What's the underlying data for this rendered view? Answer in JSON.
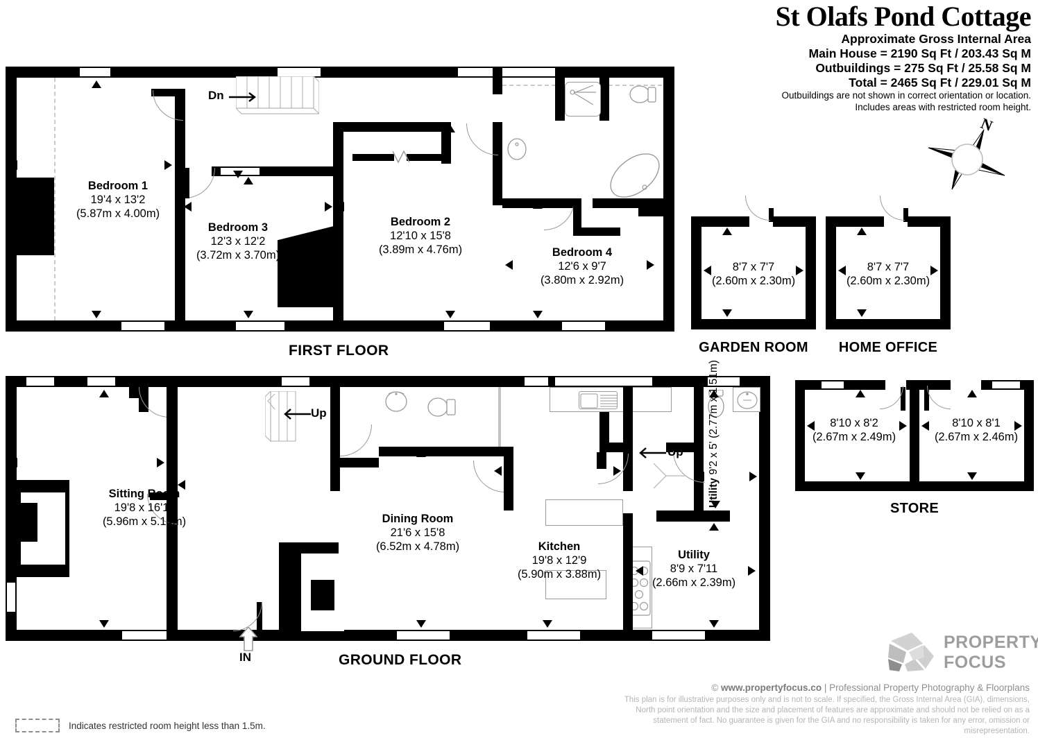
{
  "header": {
    "title": "St Olafs Pond Cottage",
    "sub1": "Approximate Gross Internal Area",
    "sub2": "Main House = 2190 Sq Ft / 203.43 Sq M",
    "sub3": "Outbuildings = 275 Sq Ft / 25.58 Sq M",
    "sub4": "Total = 2465 Sq Ft / 229.01 Sq M",
    "note1": "Outbuildings are not shown in correct orientation or location.",
    "note2": "Includes areas with restricted room height."
  },
  "compass": {
    "north_label": "N"
  },
  "floors": {
    "first": {
      "label": "FIRST FLOOR"
    },
    "ground": {
      "label": "GROUND FLOOR"
    }
  },
  "first_floor_rooms": [
    {
      "name": "Bedroom 1",
      "imperial": "19'4 x 13'2",
      "metric": "(5.87m x 4.00m)"
    },
    {
      "name": "Bedroom 3",
      "imperial": "12'3 x 12'2",
      "metric": "(3.72m x 3.70m)"
    },
    {
      "name": "Bedroom 2",
      "imperial": "12'10 x 15'8",
      "metric": "(3.89m x 4.76m)"
    },
    {
      "name": "Bedroom 4",
      "imperial": "12'6 x 9'7",
      "metric": "(3.80m x 2.92m)"
    }
  ],
  "ground_floor_rooms": [
    {
      "name": "Sitting Room",
      "imperial": "19'8 x 16'11",
      "metric": "(5.96m x 5.14m)"
    },
    {
      "name": "Dining Room",
      "imperial": "21'6 x 15'8",
      "metric": "(6.52m x 4.78m)"
    },
    {
      "name": "Kitchen",
      "imperial": "19'8 x 12'9",
      "metric": "(5.90m x 3.88m)"
    },
    {
      "name": "Utility",
      "imperial": "8'9 x 7'11",
      "metric": "(2.66m x 2.39m)"
    },
    {
      "name": "Utility",
      "imperial": "9'2 x 5'",
      "metric": "(2.77m x 1.51m)"
    }
  ],
  "outbuildings": [
    {
      "title": "GARDEN ROOM",
      "imperial": "8'7 x 7'7",
      "metric": "(2.60m x 2.30m)"
    },
    {
      "title": "HOME OFFICE",
      "imperial": "8'7 x 7'7",
      "metric": "(2.60m x 2.30m)"
    },
    {
      "title": "STORE",
      "bays": [
        {
          "imperial": "8'10 x 8'2",
          "metric": "(2.67m x 2.49m)"
        },
        {
          "imperial": "8'10 x 8'1",
          "metric": "(2.67m x 2.46m)"
        }
      ]
    }
  ],
  "markers": {
    "down": "Dn",
    "up_hall": "Up",
    "up_utility": "Up",
    "entrance": "IN"
  },
  "footer": {
    "copyright_symbol": "©",
    "site": "www.propertyfocus.co",
    "separator": " | ",
    "tagline": "Professional Property Photography & Floorplans",
    "disclaimer": "This plan is for illustrative purposes only and is not to scale. If specified, the Gross Internal Area (GIA), dimensions, North point orientation and the size and placement of features are approximate and should not be relied on as a statement of fact. No guarantee is given for the GIA and no responsibility is taken for any error, omission or misrepresentation.",
    "legend_text": "Indicates restricted room height less than 1.5m."
  },
  "logo": {
    "line1": "PROPERTY",
    "line2": "FOCUS"
  },
  "colors": {
    "wall": "#000000",
    "fixture_stroke": "#9a9a9a",
    "muted_text": "#b5b5b5",
    "logo_grey": "#9d9d9d"
  }
}
